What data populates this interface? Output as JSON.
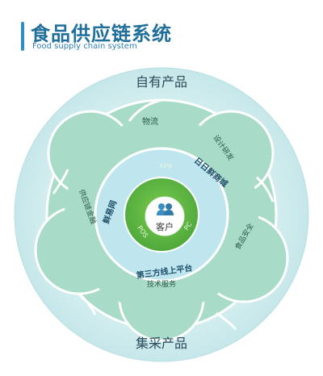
{
  "header": {
    "title": "食品供应链系统",
    "subtitle": "Food supply chain system"
  },
  "outer_ring": {
    "top_label": "自有产品",
    "bottom_label": "集采产品"
  },
  "middle_ring": {
    "segments": [
      "物流",
      "设计研发",
      "食品安全",
      "技术服务",
      "供应链金融"
    ]
  },
  "inner_ring": {
    "segments": [
      "日日鲜商城",
      "第三方线上平台",
      "鲜易网"
    ]
  },
  "core_ring": {
    "labels": [
      "APP",
      "PC",
      "POS"
    ]
  },
  "center": {
    "label": "客户",
    "icon": "people-icon"
  },
  "colors": {
    "title": "#1f6f9a",
    "outer_ring": "#d6efef",
    "middle_ring": "#a9dccb",
    "inner_ring": "#bfe6ef",
    "core_ring": "#5dbb3b",
    "center": "#ffffff",
    "accent": "#2d8ec4"
  }
}
